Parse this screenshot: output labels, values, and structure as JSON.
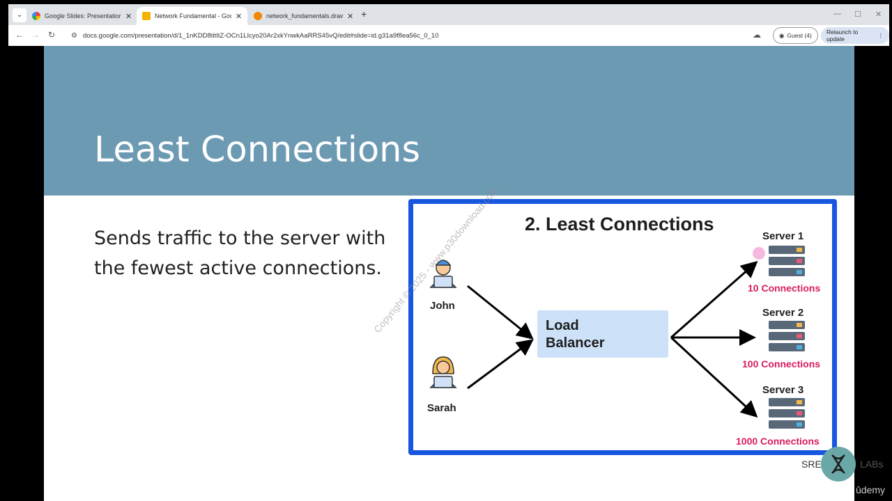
{
  "browser": {
    "tabs": [
      {
        "title": "Google Slides: Presentation Slid",
        "active": false
      },
      {
        "title": "Network Fundamental - Google",
        "active": true
      },
      {
        "title": "network_fundamentals.drawio",
        "active": false
      }
    ],
    "url": "docs.google.com/presentation/d/1_1nKDD8titItZ-OCn1LIcyo20Ar2xkYnwkAaRRS45vQ/edit#slide=id.g31a9f8ea56c_0_10",
    "guest_label": "Guest (4)",
    "relaunch_label": "Relaunch to update",
    "colors": {
      "tabstrip": "#dfe3e7",
      "relaunch": "#dbe4f4"
    }
  },
  "slide": {
    "title": "Least Connections",
    "body": "Sends traffic to the server with the fewest active connections.",
    "header_color": "#6d9ab3",
    "watermark": "Copyright © 2025 - www.p30download.com"
  },
  "diagram": {
    "title": "2. Least Connections",
    "load_balancer": "Load Balancer",
    "users": [
      {
        "name": "John"
      },
      {
        "name": "Sarah"
      }
    ],
    "servers": [
      {
        "name": "Server 1",
        "connections": "10 Connections"
      },
      {
        "name": "Server 2",
        "connections": "100 Connections"
      },
      {
        "name": "Server 3",
        "connections": "1000 Connections"
      }
    ],
    "border_color": "#1757e0",
    "connection_color": "#d81b60"
  },
  "footer": {
    "sre": "SRE",
    "labs": "LABs",
    "udemy": "ûdemy"
  }
}
